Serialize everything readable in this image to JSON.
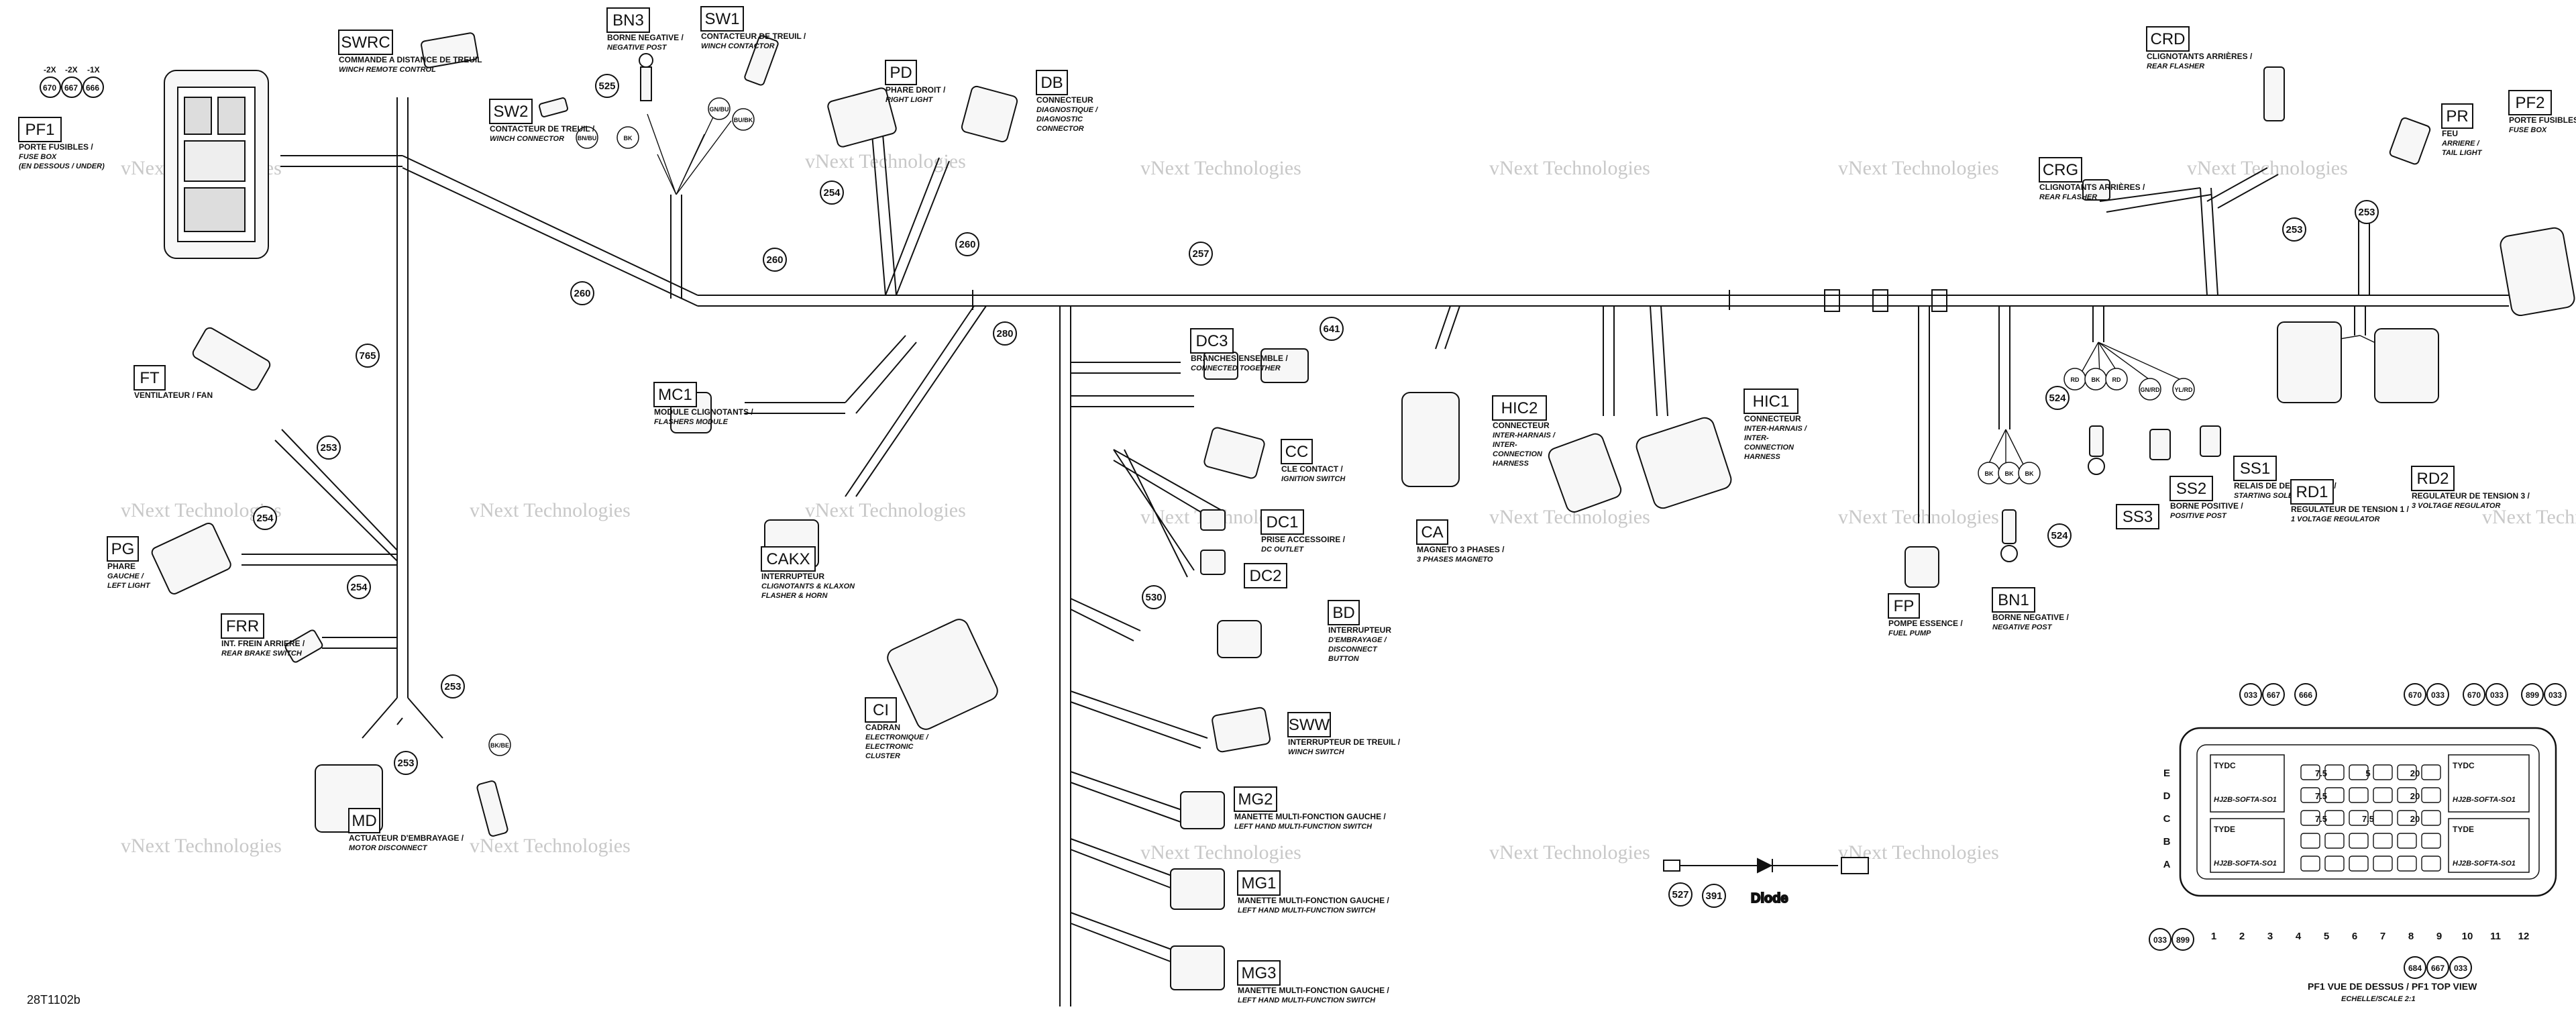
{
  "drawing_number": "28T1102b",
  "watermark": "vNext Technologies",
  "diode_label": "Diode",
  "wire_refs": {
    "w260a": "260",
    "w260b": "260",
    "w260c": "260",
    "w257": "257",
    "w254a": "254",
    "w254b": "254",
    "w254c": "254",
    "w253a": "253",
    "w253b": "253",
    "w253c": "253",
    "w253d": "253",
    "w253e": "253",
    "w765": "765",
    "w280": "280",
    "w641": "641",
    "w530": "530",
    "w525": "525",
    "w524a": "524",
    "w524b": "524",
    "w527": "527",
    "w391": "391"
  },
  "fusebox_refs": {
    "r1": "-2X",
    "r2": "-2X",
    "r3": "-1X",
    "c1": "670",
    "c2": "667",
    "c3": "666"
  },
  "wire_colors": {
    "bn_bu": "BN/BU",
    "bk1": "BK",
    "gn_bu": "GN/BU",
    "bu_bk": "BU/BK",
    "bk_be": "BK/BE",
    "rd1": "RD",
    "bk2": "BK",
    "rd2": "RD",
    "gn_rd": "GN/RD",
    "yl_rd": "YL/RD",
    "bk3": "BK",
    "bk4": "BK",
    "bk5": "BK"
  },
  "connectors": {
    "pf1": {
      "code": "PF1",
      "l1": "PORTE FUSIBLES /",
      "l2": "FUSE BOX",
      "l3": "(EN DESSOUS / UNDER)"
    },
    "swrc": {
      "code": "SWRC",
      "l1": "COMMANDE A DISTANCE DE TREUIL",
      "l2": "WINCH REMOTE CONTROL"
    },
    "bn3": {
      "code": "BN3",
      "l1": "BORNE NEGATIVE /",
      "l2": "NEGATIVE POST"
    },
    "sw2": {
      "code": "SW2",
      "l1": "CONTACTEUR DE TREUIL /",
      "l2": "WINCH CONNECTOR"
    },
    "sw1": {
      "code": "SW1",
      "l1": "CONTACTEUR DE TREUIL /",
      "l2": "WINCH CONTACTOR"
    },
    "pd": {
      "code": "PD",
      "l1": "PHARE DROIT /",
      "l2": "RIGHT LIGHT"
    },
    "db": {
      "code": "DB",
      "l1": "CONNECTEUR",
      "l2": "DIAGNOSTIQUE /",
      "l3": "DIAGNOSTIC",
      "l4": "CONNECTOR"
    },
    "crd": {
      "code": "CRD",
      "l1": "CLIGNOTANTS ARRIÈRES /",
      "l2": "REAR FLASHER"
    },
    "crg": {
      "code": "CRG",
      "l1": "CLIGNOTANTS ARRIÈRES /",
      "l2": "REAR FLASHER"
    },
    "pr": {
      "code": "PR",
      "l1": "FEU",
      "l2": "ARRIERE /",
      "l3": "TAIL LIGHT"
    },
    "pf2": {
      "code": "PF2",
      "l1": "PORTE FUSIBLES /",
      "l2": "FUSE BOX"
    },
    "ft": {
      "code": "FT",
      "l1": "VENTILATEUR / FAN"
    },
    "pg": {
      "code": "PG",
      "l1": "PHARE",
      "l2": "GAUCHE /",
      "l3": "LEFT LIGHT"
    },
    "frr": {
      "code": "FRR",
      "l1": "INT. FREIN ARRIERE /",
      "l2": "REAR BRAKE SWITCH"
    },
    "md": {
      "code": "MD",
      "l1": "ACTUATEUR D'EMBRAYAGE /",
      "l2": "MOTOR DISCONNECT"
    },
    "mc1": {
      "code": "MC1",
      "l1": "MODULE CLIGNOTANTS /",
      "l2": "FLASHERS MODULE"
    },
    "cakx": {
      "code": "CAKX",
      "l1": "INTERRUPTEUR",
      "l2": "CLIGNOTANTS & KLAXON",
      "l3": "FLASHER & HORN"
    },
    "ci": {
      "code": "CI",
      "l1": "CADRAN",
      "l2": "ELECTRONIQUE /",
      "l3": "ELECTRONIC",
      "l4": "CLUSTER"
    },
    "dc3": {
      "code": "DC3",
      "l1": "BRANCHES ENSEMBLE /",
      "l2": "CONNECTED TOGETHER"
    },
    "cc": {
      "code": "CC",
      "l1": "CLE CONTACT /",
      "l2": "IGNITION SWITCH"
    },
    "dc1": {
      "code": "DC1",
      "l1": "PRISE ACCESSOIRE /",
      "l2": "DC OUTLET"
    },
    "dc2": {
      "code": "DC2"
    },
    "bd": {
      "code": "BD",
      "l1": "INTERRUPTEUR",
      "l2": "D'EMBRAYAGE /",
      "l3": "DISCONNECT",
      "l4": "BUTTON"
    },
    "sww": {
      "code": "SWW",
      "l1": "INTERRUPTEUR DE TREUIL /",
      "l2": "WINCH SWITCH"
    },
    "mg2": {
      "code": "MG2",
      "l1": "MANETTE MULTI-FONCTION GAUCHE /",
      "l2": "LEFT HAND MULTI-FUNCTION SWITCH"
    },
    "mg1": {
      "code": "MG1",
      "l1": "MANETTE MULTI-FONCTION GAUCHE /",
      "l2": "LEFT HAND MULTI-FUNCTION SWITCH"
    },
    "mg3": {
      "code": "MG3",
      "l1": "MANETTE MULTI-FONCTION GAUCHE /",
      "l2": "LEFT HAND MULTI-FUNCTION SWITCH"
    },
    "ca": {
      "code": "CA",
      "l1": "MAGNETO 3 PHASES /",
      "l2": "3 PHASES MAGNETO"
    },
    "hic2": {
      "code": "HIC2",
      "l1": "CONNECTEUR",
      "l2": "INTER-HARNAIS /",
      "l3": "INTER-",
      "l4": "CONNECTION",
      "l5": "HARNESS"
    },
    "hic1": {
      "code": "HIC1",
      "l1": "CONNECTEUR",
      "l2": "INTER-HARNAIS /",
      "l3": "INTER-",
      "l4": "CONNECTION",
      "l5": "HARNESS"
    },
    "fp": {
      "code": "FP",
      "l1": "POMPE ESSENCE /",
      "l2": "FUEL PUMP"
    },
    "bn1": {
      "code": "BN1",
      "l1": "BORNE NEGATIVE /",
      "l2": "NEGATIVE POST"
    },
    "ss3": {
      "code": "SS3"
    },
    "ss2": {
      "code": "SS2",
      "l1": "BORNE POSITIVE /",
      "l2": "POSITIVE POST"
    },
    "ss1": {
      "code": "SS1",
      "l1": "RELAIS DE DEMARRAGE /",
      "l2": "STARTING SOLENOID"
    },
    "rd1": {
      "code": "RD1",
      "l1": "REGULATEUR DE TENSION 1 /",
      "l2": "1 VOLTAGE REGULATOR"
    },
    "rd2": {
      "code": "RD2",
      "l1": "REGULATEUR DE TENSION 3 /",
      "l2": "3 VOLTAGE REGULATOR"
    }
  },
  "fusebox_view": {
    "rows": [
      "E",
      "D",
      "C",
      "B",
      "A"
    ],
    "cols": [
      "1",
      "2",
      "3",
      "4",
      "5",
      "6",
      "7",
      "8",
      "9",
      "10",
      "11",
      "12"
    ],
    "top_refs": [
      "033",
      "667",
      "666",
      "670",
      "033",
      "670",
      "033",
      "899",
      "033"
    ],
    "bottom_refs": [
      "033",
      "899",
      "684",
      "667",
      "033"
    ],
    "fuse_values": [
      "7.5",
      "5",
      "20",
      "7.5",
      "7.5",
      "20",
      "7.5",
      "20"
    ],
    "relay_top": "TYDC",
    "relay_bottom": "TYDE",
    "part_no": "HJ2B-SOFTA-SO1",
    "caption": "PF1 VUE DE DESSUS / PF1 TOP VIEW",
    "scale": "ECHELLE/SCALE 2:1"
  }
}
